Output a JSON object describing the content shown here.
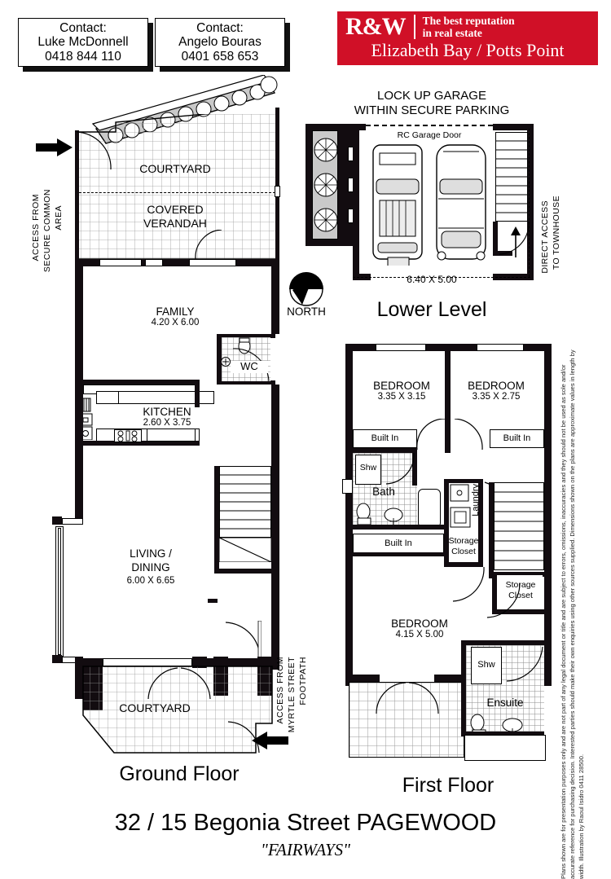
{
  "contacts": [
    {
      "heading": "Contact:",
      "name": "Luke McDonnell",
      "phone": "0418 844 110"
    },
    {
      "heading": "Contact:",
      "name": "Angelo Bouras",
      "phone": "0401 658 653"
    }
  ],
  "logo": {
    "brand": "R&W",
    "tagline_line1": "The best reputation",
    "tagline_line2": "in real estate",
    "region": "Elizabeth Bay / Potts Point",
    "background_color": "#d01027",
    "text_color": "#ffffff"
  },
  "ground_floor": {
    "title": "Ground Floor",
    "rooms": [
      {
        "name": "COURTYARD",
        "dim": ""
      },
      {
        "name": "COVERED",
        "name2": "VERANDAH",
        "dim": ""
      },
      {
        "name": "FAMILY",
        "dim": "4.20 X 6.00"
      },
      {
        "name": "KITCHEN",
        "dim": "2.60 X 3.75"
      },
      {
        "name": "WC",
        "dim": ""
      },
      {
        "name": "LIVING /",
        "name2": "DINING",
        "dim": "6.00 X 6.65"
      },
      {
        "name": "COURTYARD",
        "dim": ""
      }
    ],
    "access_top": "ACCESS FROM\nSECURE COMMON\nAREA",
    "access_top_l1": "ACCESS FROM",
    "access_top_l2": "SECURE COMMON",
    "access_top_l3": "AREA",
    "access_bottom_l1": "ACCESS FROM",
    "access_bottom_l2": "MYRTLE STREET",
    "access_bottom_l3": "FOOTPATH"
  },
  "lower_level": {
    "title": "Lower Level",
    "heading_l1": "LOCK UP GARAGE",
    "heading_l2": "WITHIN SECURE PARKING",
    "garage_door_label": "RC Garage Door",
    "garage_dim": "6.40 X 5.00",
    "direct_access_l1": "DIRECT ACCESS",
    "direct_access_l2": "TO TOWNHOUSE"
  },
  "first_floor": {
    "title": "First Floor",
    "rooms": [
      {
        "name": "BEDROOM",
        "dim": "3.35 X 3.15"
      },
      {
        "name": "BEDROOM",
        "dim": "3.35 X 2.75"
      },
      {
        "name": "BEDROOM",
        "dim": "4.15 X 5.00"
      }
    ],
    "labels": {
      "built_in_1": "Built In",
      "built_in_2": "Built In",
      "built_in_3": "Built In",
      "shower_1": "Shw",
      "shower_2": "Shw",
      "bath": "Bath",
      "laundry": "Laundry",
      "storage_closet_1_l1": "Storage",
      "storage_closet_1_l2": "Closet",
      "storage_closet_2_l1": "Storage",
      "storage_closet_2_l2": "Closet",
      "ensuite": "Ensuite"
    }
  },
  "compass": {
    "label": "NORTH"
  },
  "footer": {
    "address": "32 / 15  Begonia Street  PAGEWOOD",
    "building_name": "\"FAIRWAYS\""
  },
  "disclaimer": "Plans shown are for presentation purposes only and are not part of any legal document or title and are subject to errors, omissions, inaccuracies and they should not be used as sole and/or accurate reference for purchasing decision. Interested parties should make their own enquiries using other sources supplied. Dimensions shown on the plans are approximate values in length by width.  Illustration by Raoul Isidro  0411 28500."
}
